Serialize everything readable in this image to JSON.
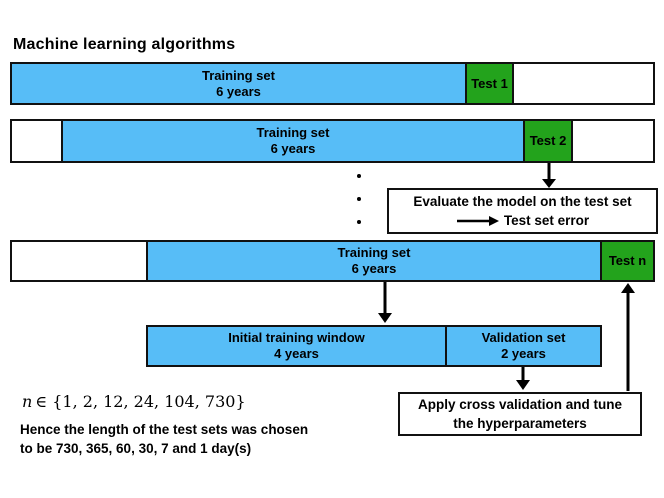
{
  "title": "Machine learning algorithms",
  "colors": {
    "blue": "#57BDF7",
    "green": "#23A31C",
    "border": "#111111"
  },
  "rows": {
    "row1": {
      "training_label": "Training set",
      "training_sub": "6 years",
      "test_label": "Test 1"
    },
    "row2": {
      "training_label": "Training set",
      "training_sub": "6 years",
      "test_label": "Test 2"
    },
    "row3": {
      "training_label": "Training set",
      "training_sub": "6 years",
      "test_label": "Test n"
    }
  },
  "subrow": {
    "initial_label": "Initial training window",
    "initial_sub": "4 years",
    "validation_label": "Validation set",
    "validation_sub": "2 years"
  },
  "evaluate_box": {
    "line1": "Evaluate the model on the test set",
    "line2": "Test set error"
  },
  "apply_box": {
    "line1": "Apply cross validation and tune",
    "line2": "the hyperparameters"
  },
  "math": {
    "variable": "n",
    "expression": "∈ {1, 2, 12, 24, 104, 730}"
  },
  "note": {
    "line1": "Hence the length of the test sets was chosen",
    "line2": "to be 730, 365, 60, 30, 7 and 1 day(s)"
  }
}
